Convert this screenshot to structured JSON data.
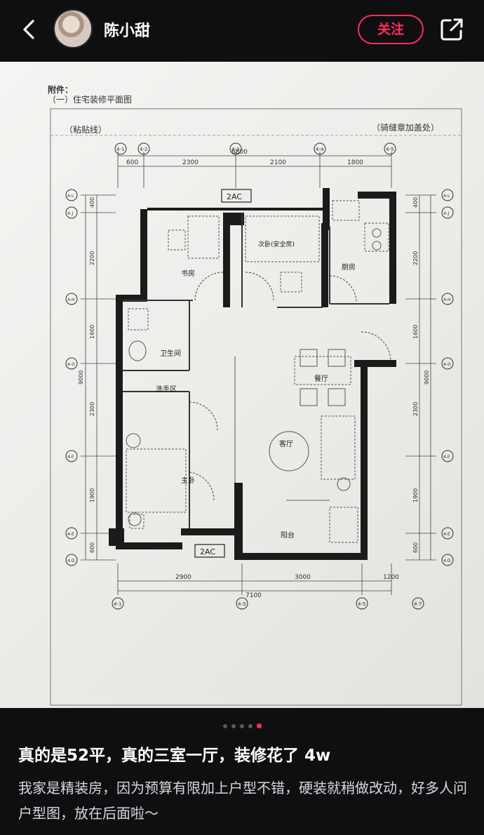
{
  "header": {
    "username": "陈小甜",
    "follow_label": "关注"
  },
  "icons": {
    "back": "chevron-left-icon",
    "share": "share-icon",
    "avatar": "avatar"
  },
  "colors": {
    "accent": "#ff2d55",
    "background": "#0f0f12"
  },
  "carousel": {
    "total": 5,
    "active_index": 4
  },
  "floorplan": {
    "attachment_label": "附件：",
    "plan_title": "（一）住宅装修平面图",
    "paste_line": "（粘贴线）",
    "seam_stamp": "（骑缝章加盖处）",
    "top_dims": [
      "600",
      "2300",
      "2100",
      "1800"
    ],
    "top_total": "6800",
    "bottom_dims": [
      "2900",
      "3000",
      "1200"
    ],
    "bottom_total": "7100",
    "left_dims": [
      "400",
      "2200",
      "1600",
      "2300",
      "1900",
      "600"
    ],
    "right_dims": [
      "400",
      "2200",
      "1600",
      "2300",
      "1900",
      "600"
    ],
    "side_total": "9000",
    "ac_labels": [
      "2AC",
      "2AC"
    ],
    "axis_top": [
      "4-1",
      "4-2",
      "4-3",
      "4-4",
      "4-5"
    ],
    "axis_bottom": [
      "4-1",
      "4-3",
      "4-5",
      "4-7"
    ],
    "axis_left": [
      "4-L",
      "4-J",
      "4-H",
      "4-G",
      "4-F",
      "4-E",
      "4-D"
    ],
    "axis_right": [
      "4-L",
      "4-J",
      "4-H",
      "4-G",
      "4-F",
      "4-E",
      "4-D"
    ],
    "rooms": {
      "study": "书房",
      "second_bedroom": "次卧(安全房)",
      "kitchen": "厨房",
      "bathroom": "卫生间",
      "wash_area": "洗手区",
      "dining": "餐厅",
      "living": "客厅",
      "master": "主卧",
      "balcony": "阳台"
    }
  },
  "post": {
    "title": "真的是52平，真的三室一厅，装修花了 4w",
    "body": "我家是精装房，因为预算有限加上户型不错，硬装就稍做改动，好多人问户型图，放在后面啦～"
  }
}
